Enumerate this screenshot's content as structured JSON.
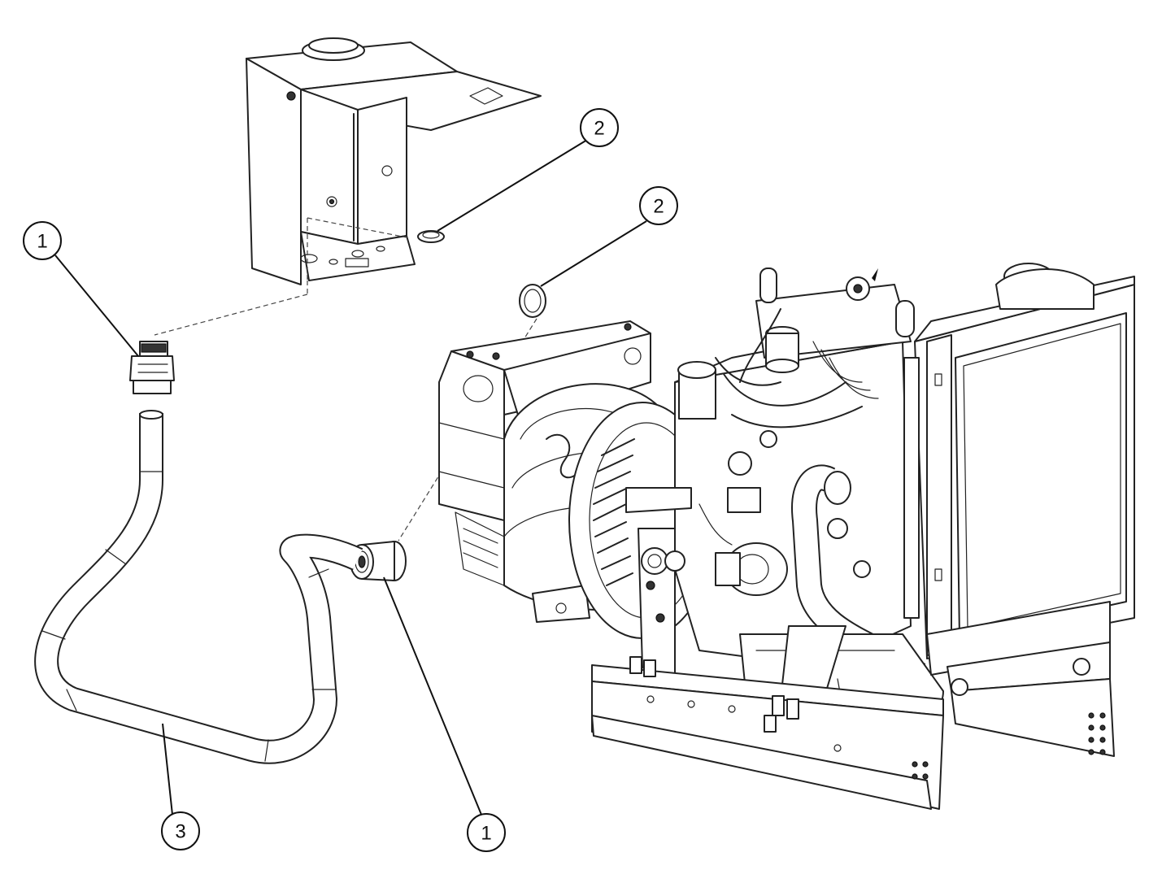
{
  "callouts": {
    "c1_left": "1",
    "c1_bottom": "1",
    "c2_box": "2",
    "c2_alt": "2",
    "c3_conduit": "3"
  }
}
